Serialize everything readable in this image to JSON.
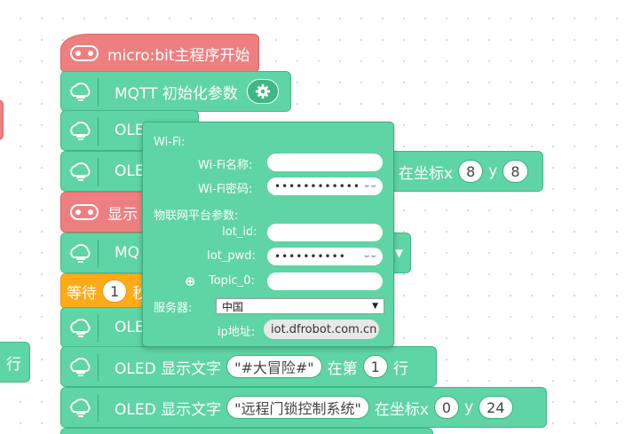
{
  "blocks": {
    "hat_label": "micro:bit主程序开始",
    "mqtt_init": "MQTT 初始化参数",
    "oled1": "OLED",
    "oled2": "OLED",
    "coord_label_1": "在坐标x",
    "x1": "8",
    "y_label_1": "y",
    "y1": "8",
    "red2_label": "显示",
    "mqtt2": "MQ",
    "wait_label": "等待",
    "wait_val": "1",
    "wait_unit": "秒",
    "oled3": "OLE",
    "row_text_left": "行",
    "text_block_1": {
      "oled": "OLED 显示文字",
      "text": "\"#大冒险#\"",
      "at": "在第",
      "line": "1",
      "row": "行"
    },
    "text_block_2": {
      "oled": "OLED 显示文字",
      "text": "\"远程门锁控制系统\"",
      "coord": "在坐标x",
      "x": "0",
      "y_label": "y",
      "y": "24"
    }
  },
  "popup": {
    "wifi_header": "Wi-Fi:",
    "wifi_name_label": "Wi-Fi名称:",
    "wifi_name_value": "",
    "wifi_pwd_label": "Wi-Fi密码:",
    "wifi_pwd_value": "••••••••••••",
    "iot_header": "物联网平台参数:",
    "iot_id_label": "Iot_id:",
    "iot_id_value": "",
    "iot_pwd_label": "Iot_pwd:",
    "iot_pwd_value": "••••••••••",
    "topic_label": "Topic_0:",
    "topic_value": "",
    "server_label": "服务器:",
    "server_value": "中国",
    "ip_label": "ip地址:",
    "ip_value": "iot.dfrobot.com.cn"
  },
  "colors": {
    "block_green": "#5fd4a4",
    "block_red": "#ee7f80",
    "block_orange": "#ffab19"
  },
  "icons": [
    "microbit-icon",
    "wifi-cloud-icon",
    "gear-icon",
    "eye-closed-icon",
    "add-icon",
    "dropdown-arrow-icon"
  ]
}
